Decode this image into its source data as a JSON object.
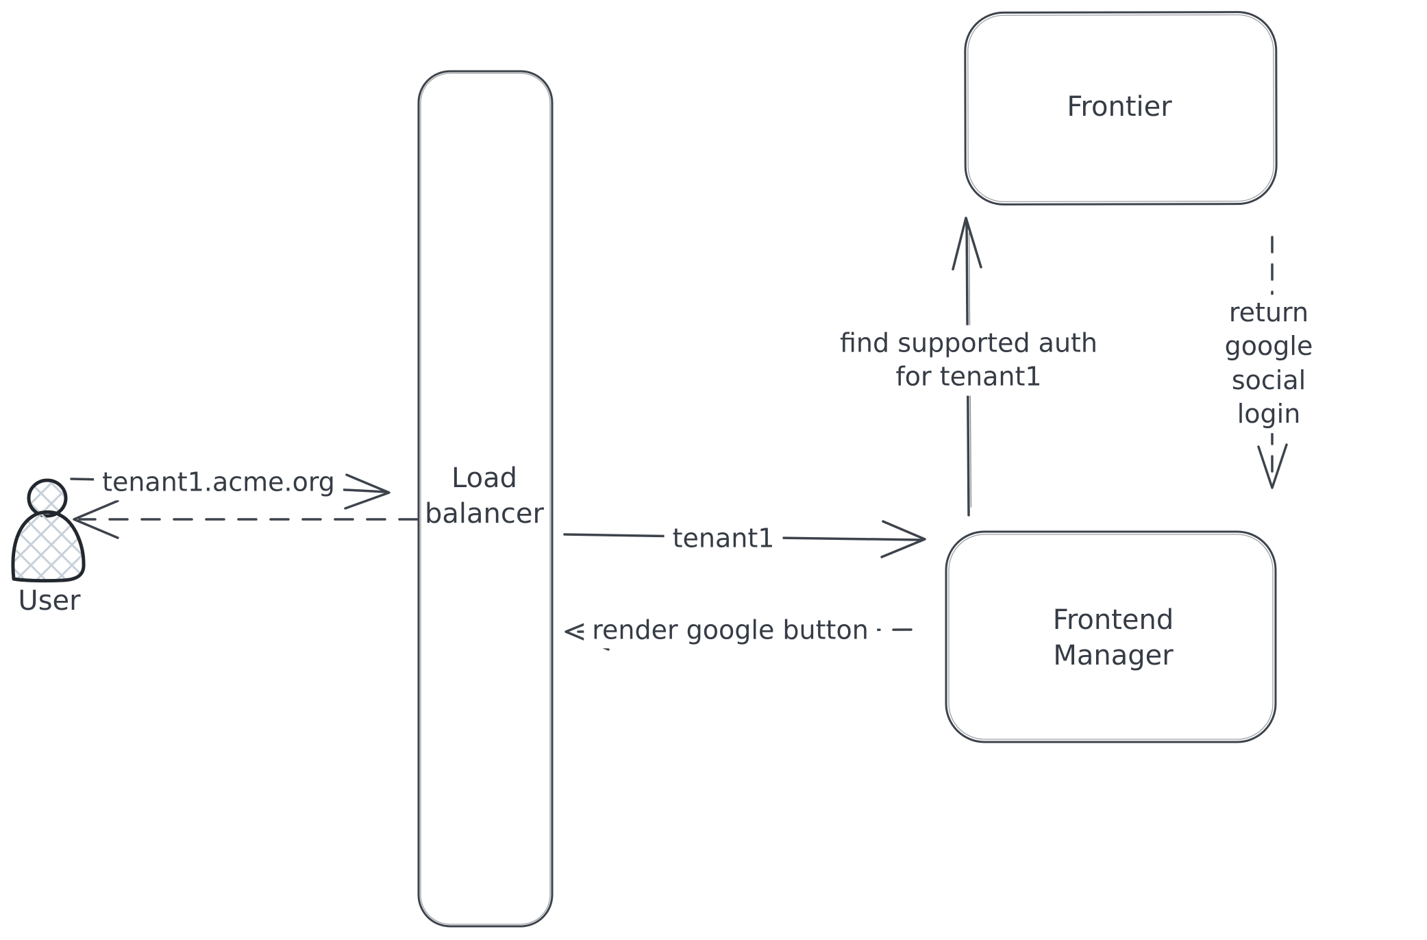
{
  "diagram": {
    "background": "#ffffff",
    "stroke_color": "#3d434b",
    "text_color": "#363c45",
    "hatch_fill_color": "#c8d1d9",
    "nodes": {
      "user": {
        "label": "User",
        "type": "actor"
      },
      "load_balancer": {
        "label": "Load\nbalancer",
        "type": "rectangle"
      },
      "frontier": {
        "label": "Frontier",
        "type": "rectangle"
      },
      "frontend_manager": {
        "label": "Frontend\nManager",
        "type": "rectangle"
      }
    },
    "edges": {
      "user_to_load_balancer": {
        "label": "tenant1.acme.org",
        "style": "solid",
        "direction": "right"
      },
      "load_balancer_to_user": {
        "label": "",
        "style": "dashed",
        "direction": "left"
      },
      "load_balancer_to_frontend_manager": {
        "label": "tenant1",
        "style": "solid",
        "direction": "right"
      },
      "frontend_manager_to_load_balancer": {
        "label": "render google button",
        "style": "dashed",
        "direction": "left"
      },
      "frontend_manager_to_frontier": {
        "label": "find supported auth\nfor tenant1",
        "style": "solid",
        "direction": "up"
      },
      "frontier_to_frontend_manager": {
        "label": "return google social\nlogin",
        "style": "dashed",
        "direction": "down"
      }
    }
  }
}
